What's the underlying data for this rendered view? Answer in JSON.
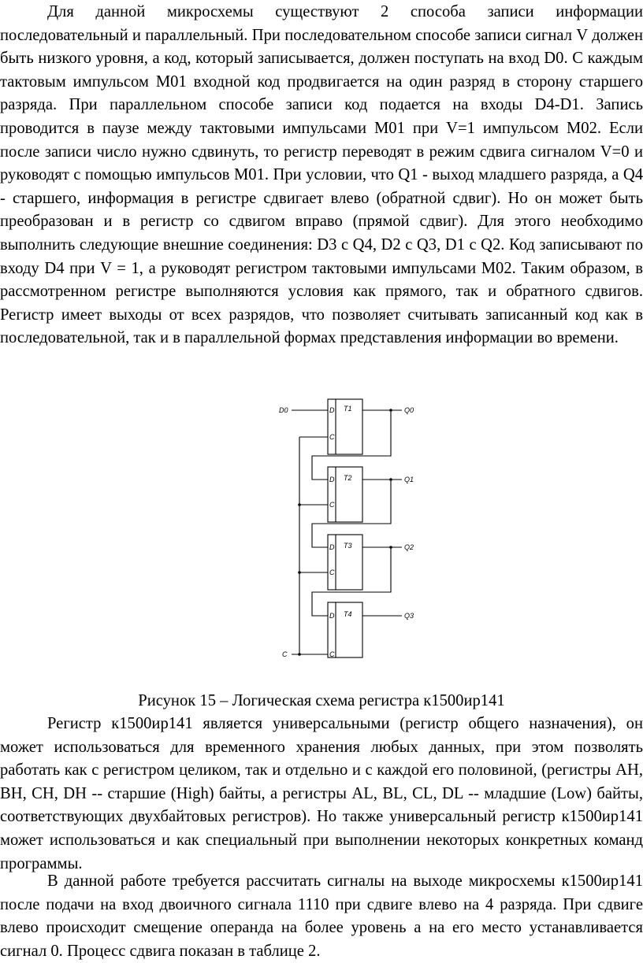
{
  "paragraphs": {
    "p1": "Для данной микросхемы существуют 2 способа записи информации последовательный и параллельный. При последовательном способе записи сигнал V должен быть низкого уровня, а код, который записывается, должен поступать на вход D0. С каждым тактовым импульсом М01 входной код продвигается на один разряд в сторону старшего разряда. При параллельном способе записи код подается на входы D4-D1. Запись проводится в паузе между тактовыми импульсами М01 при V=1 импульсом М02. Если после записи число нужно сдвинуть, то регистр переводят в режим сдвига сигналом V=0 и руководят с помощью импульсов М01. При условии, что Q1 - выход младшего разряда, а Q4 - старшего, информация в регистре сдвигает влево (обратной сдвиг). Но он может быть преобразован и в регистр со сдвигом вправо (прямой сдвиг). Для этого необходимо выполнить следующие внешние соединения: D3 с Q4, D2 с Q3, D1 с Q2. Код записывают по входу D4 при V = 1, а руководят регистром тактовыми импульсами М02. Таким образом, в рассмотренном регистре выполняются условия как прямого, так и обратного сдвигов. Регистр имеет выходы от всех разрядов, что позволяет считывать записанный код как в последовательной, так и в параллельной формах представления информации во времени.",
    "p2": "Регистр к1500ир141 является универсальными (регистр общего назначения), он может использоваться для временного хранения любых данных, при этом позволять работать как с регистром целиком, так и отдельно и с каждой его половиной, (регистры AH, BH, CH, DH -- старшие (High) байты, а регистры AL, BL, CL, DL -- младшие (Low) байты, соответствующих двухбайтовых регистров). Но также универсальный регистр к1500ир141 может использоваться и как специальный при выполнении некоторых конкретных команд программы.",
    "p3": "В данной работе требуется рассчитать сигналы на выходе микросхемы к1500ир141 после подачи на вход двоичного сигнала 1110 при сдвиге влево на 4 разряда. При сдвиге влево происходит смещение операнда на более уровень а на его место устанавливается сигнал 0. Процесс сдвига показан в таблице 2."
  },
  "figure": {
    "caption": "Рисунок 15 – Логическая схема регистра к1500ир141",
    "input_label": "D0",
    "clock_label": "C",
    "pin_d": "D",
    "pin_c": "C",
    "triggers": [
      {
        "name": "T1",
        "output": "Q0"
      },
      {
        "name": "T2",
        "output": "Q1"
      },
      {
        "name": "T3",
        "output": "Q2"
      },
      {
        "name": "T4",
        "output": "Q3"
      }
    ]
  }
}
